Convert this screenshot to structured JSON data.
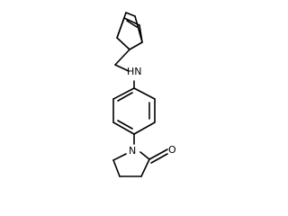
{
  "molecule": {
    "atoms": {
      "amine_label": "HN",
      "ring_nitrogen_label": "N",
      "carbonyl_oxygen_label": "O"
    }
  }
}
